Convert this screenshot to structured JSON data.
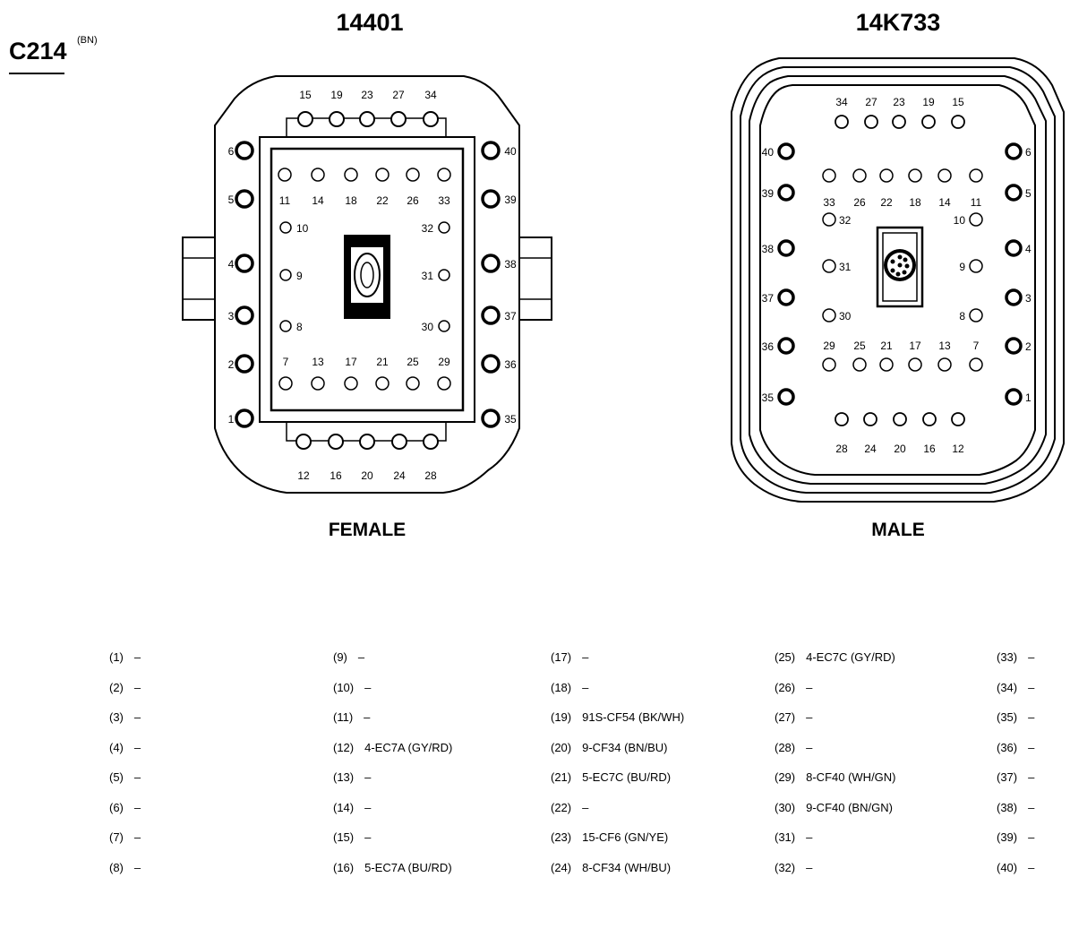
{
  "connector": {
    "id": "C214",
    "color": "(BN)"
  },
  "female": {
    "part": "14401",
    "label": "FEMALE"
  },
  "male": {
    "part": "14K733",
    "label": "MALE"
  },
  "pins": [
    {
      "num": "(1)",
      "desc": "–"
    },
    {
      "num": "(2)",
      "desc": "–"
    },
    {
      "num": "(3)",
      "desc": "–"
    },
    {
      "num": "(4)",
      "desc": "–"
    },
    {
      "num": "(5)",
      "desc": "–"
    },
    {
      "num": "(6)",
      "desc": "–"
    },
    {
      "num": "(7)",
      "desc": "–"
    },
    {
      "num": "(8)",
      "desc": "–"
    },
    {
      "num": "(9)",
      "desc": "–"
    },
    {
      "num": "(10)",
      "desc": "–"
    },
    {
      "num": "(11)",
      "desc": "–"
    },
    {
      "num": "(12)",
      "desc": "4-EC7A (GY/RD)"
    },
    {
      "num": "(13)",
      "desc": "–"
    },
    {
      "num": "(14)",
      "desc": "–"
    },
    {
      "num": "(15)",
      "desc": "–"
    },
    {
      "num": "(16)",
      "desc": "5-EC7A (BU/RD)"
    },
    {
      "num": "(17)",
      "desc": "–"
    },
    {
      "num": "(18)",
      "desc": "–"
    },
    {
      "num": "(19)",
      "desc": "91S-CF54 (BK/WH)"
    },
    {
      "num": "(20)",
      "desc": "9-CF34 (BN/BU)"
    },
    {
      "num": "(21)",
      "desc": "5-EC7C (BU/RD)"
    },
    {
      "num": "(22)",
      "desc": "–"
    },
    {
      "num": "(23)",
      "desc": "15-CF6 (GN/YE)"
    },
    {
      "num": "(24)",
      "desc": "8-CF34 (WH/BU)"
    },
    {
      "num": "(25)",
      "desc": "4-EC7C (GY/RD)"
    },
    {
      "num": "(26)",
      "desc": "–"
    },
    {
      "num": "(27)",
      "desc": "–"
    },
    {
      "num": "(28)",
      "desc": "–"
    },
    {
      "num": "(29)",
      "desc": "8-CF40 (WH/GN)"
    },
    {
      "num": "(30)",
      "desc": "9-CF40 (BN/GN)"
    },
    {
      "num": "(31)",
      "desc": "–"
    },
    {
      "num": "(32)",
      "desc": "–"
    },
    {
      "num": "(33)",
      "desc": "–"
    },
    {
      "num": "(34)",
      "desc": "–"
    },
    {
      "num": "(35)",
      "desc": "–"
    },
    {
      "num": "(36)",
      "desc": "–"
    },
    {
      "num": "(37)",
      "desc": "–"
    },
    {
      "num": "(38)",
      "desc": "–"
    },
    {
      "num": "(39)",
      "desc": "–"
    },
    {
      "num": "(40)",
      "desc": "–"
    }
  ]
}
